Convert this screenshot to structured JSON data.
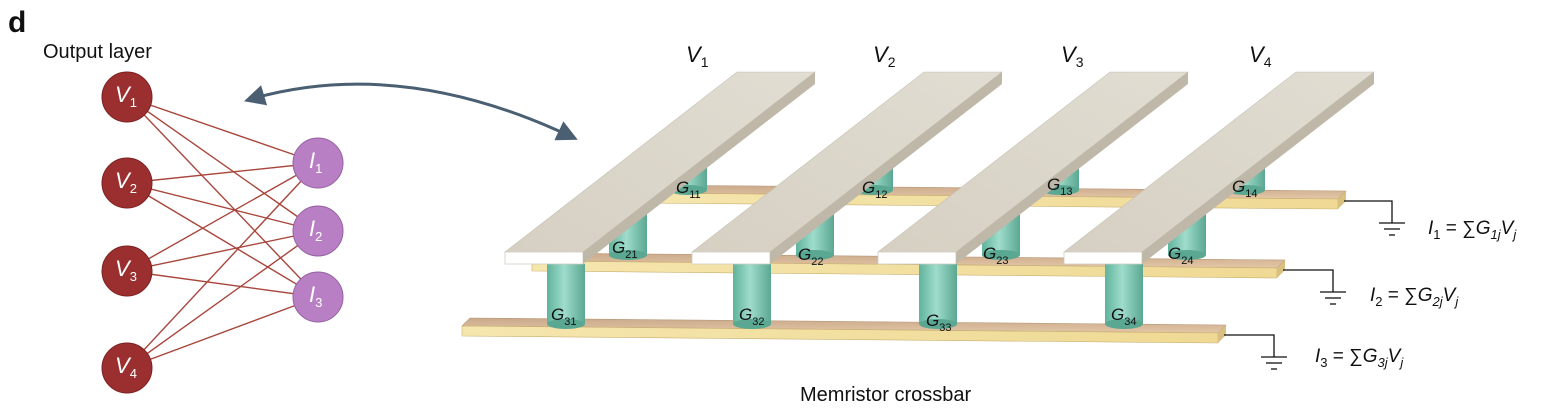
{
  "panel_letter": "d",
  "output_layer_label": "Output layer",
  "crossbar_caption": "Memristor crossbar",
  "voltage_nodes": [
    {
      "base": "V",
      "sub": "1"
    },
    {
      "base": "V",
      "sub": "2"
    },
    {
      "base": "V",
      "sub": "3"
    },
    {
      "base": "V",
      "sub": "4"
    }
  ],
  "current_nodes": [
    {
      "base": "I",
      "sub": "1"
    },
    {
      "base": "I",
      "sub": "2"
    },
    {
      "base": "I",
      "sub": "3"
    }
  ],
  "column_labels": [
    {
      "base": "V",
      "sub": "1"
    },
    {
      "base": "V",
      "sub": "2"
    },
    {
      "base": "V",
      "sub": "3"
    },
    {
      "base": "V",
      "sub": "4"
    }
  ],
  "conductances": [
    [
      {
        "base": "G",
        "sub": "11"
      },
      {
        "base": "G",
        "sub": "12"
      },
      {
        "base": "G",
        "sub": "13"
      },
      {
        "base": "G",
        "sub": "14"
      }
    ],
    [
      {
        "base": "G",
        "sub": "21"
      },
      {
        "base": "G",
        "sub": "22"
      },
      {
        "base": "G",
        "sub": "23"
      },
      {
        "base": "G",
        "sub": "24"
      }
    ],
    [
      {
        "base": "G",
        "sub": "31"
      },
      {
        "base": "G",
        "sub": "32"
      },
      {
        "base": "G",
        "sub": "33"
      },
      {
        "base": "G",
        "sub": "34"
      }
    ]
  ],
  "equations": [
    {
      "i": "I",
      "i_sub": "1",
      "mid": " = ∑",
      "g": "G",
      "g_sub": "1j",
      "v": "V",
      "v_sub": "j"
    },
    {
      "i": "I",
      "i_sub": "2",
      "mid": " = ∑",
      "g": "G",
      "g_sub": "2j",
      "v": "V",
      "v_sub": "j"
    },
    {
      "i": "I",
      "i_sub": "3",
      "mid": " = ∑",
      "g": "G",
      "g_sub": "3j",
      "v": "V",
      "v_sub": "j"
    }
  ],
  "colors": {
    "voltage_node": "#9b2f2f",
    "current_node": "#b97fc4",
    "network_lines": "#a8463c",
    "arrow": "#4a5f72",
    "top_bar": "#d9d4c8",
    "bottom_bar": "#f0dea0",
    "memristor": "#7ecbb6"
  }
}
